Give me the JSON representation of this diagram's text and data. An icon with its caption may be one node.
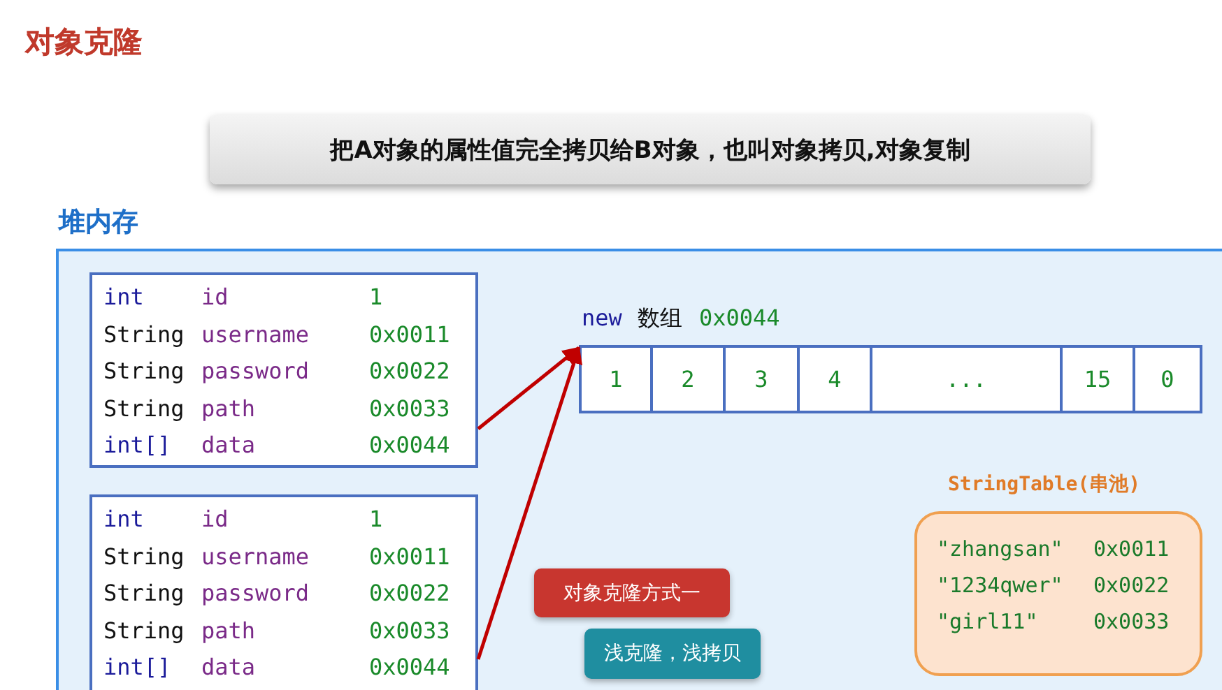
{
  "diagram": {
    "title": "对象克隆",
    "nodes": [
      {
        "text": [
          "把A对象的属性值完全拷贝给B对象，也叫对象拷贝,对象复制"
        ]
      },
      {
        "text": [
          "堆内存"
        ]
      },
      {
        "text": [
          "int",
          "id",
          "1",
          "String",
          "username",
          "0x0011",
          "String",
          "password",
          "0x0022",
          "String",
          "path",
          "0x0033",
          "int[]",
          "data",
          "0x0044"
        ],
        "in": 1
      },
      {
        "text": [
          "int",
          "id",
          "1",
          "String",
          "username",
          "0x0011",
          "String",
          "password",
          "0x0022",
          "String",
          "path",
          "0x0033",
          "int[]",
          "data",
          "0x0044"
        ],
        "in": 1
      },
      {
        "text": [
          "new",
          "数组",
          "0x0044"
        ],
        "in": 1
      },
      {
        "text": [
          "1"
        ],
        "in": 4
      },
      {
        "text": [
          "2"
        ],
        "in": 4
      },
      {
        "text": [
          "3"
        ],
        "in": 4
      },
      {
        "text": [
          "4"
        ],
        "in": 4
      },
      {
        "text": [
          "..."
        ],
        "in": 4
      },
      {
        "text": [
          "15"
        ],
        "in": 4
      },
      {
        "text": [
          "0"
        ],
        "in": 4
      },
      {
        "text": [
          "StringTable(串池)",
          "\"zhangsan\"",
          "0x0011",
          "\"1234qwer\"",
          "0x0022",
          "\"girl11\"",
          "0x0033"
        ],
        "in": 1
      },
      {
        "text": [
          "对象克隆方式一"
        ],
        "in": 1
      },
      {
        "text": [
          "浅克隆，浅拷贝"
        ],
        "in": 1
      }
    ],
    "edges": [
      {
        "from": 2,
        "to": 4,
        "arrow": "to"
      },
      {
        "from": 3,
        "to": 4,
        "arrow": "to"
      }
    ]
  }
}
